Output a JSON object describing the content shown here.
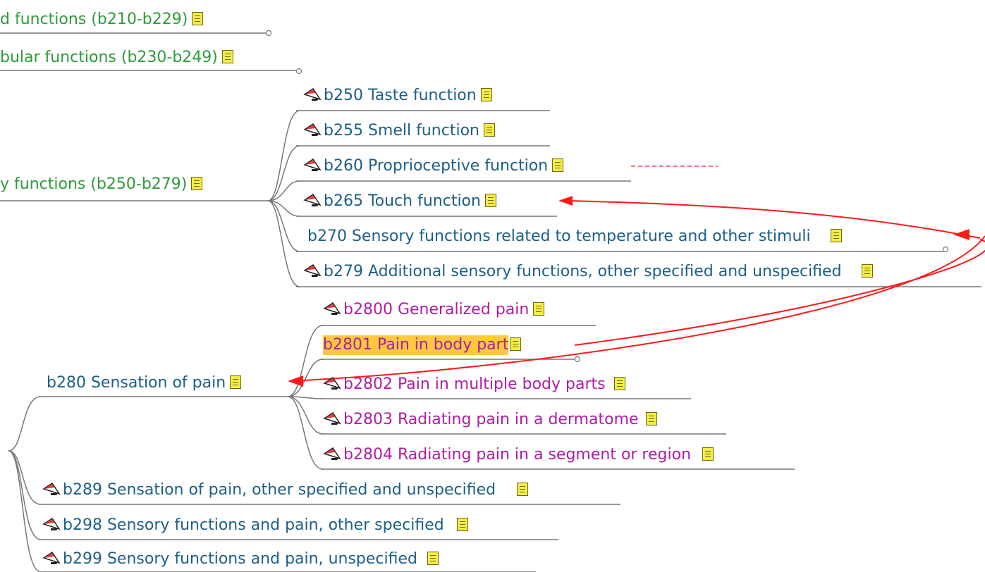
{
  "colors": {
    "category": "#2e9b3a",
    "node": "#1d5f86",
    "subnode": "#b01ca4",
    "edge": "#777777",
    "link": "#ff0000",
    "highlight": "#ffc93f"
  },
  "nodes": {
    "b210": "d functions (b210-b229)",
    "b230": "bular functions (b230-b249)",
    "b250g": "y functions (b250-b279)",
    "b250": "b250 Taste function",
    "b255": "b255 Smell function",
    "b260": "b260 Proprioceptive function",
    "b265": "b265 Touch function",
    "b270": "b270 Sensory functions related to temperature and other stimuli",
    "b279": "b279 Additional sensory functions, other specified and unspecified",
    "b2800": "b2800 Generalized pain",
    "b2801": "b2801 Pain in body part",
    "b280": "b280 Sensation of pain",
    "b2802": "b2802 Pain in multiple body parts",
    "b2803": "b2803 Radiating pain in a dermatome",
    "b2804": "b2804 Radiating pain in a segment or region",
    "b289": "b289 Sensation of pain, other specified and unspecified",
    "b298": "b298 Sensory functions and pain, other specified",
    "b299": "b299 Sensory functions and pain, unspecified"
  },
  "icons": {
    "note": "note-icon",
    "flag": "flag-icon"
  }
}
